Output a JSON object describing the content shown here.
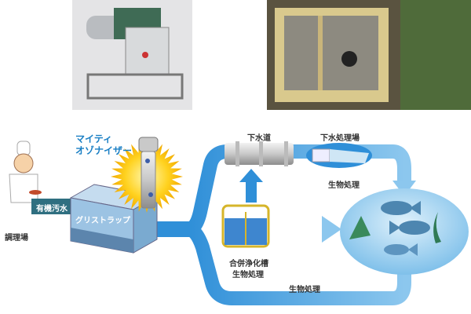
{
  "title": {
    "line1": "マイティ",
    "line2": "オゾナイザー"
  },
  "labels": {
    "kitchen": "調理場",
    "organic_wastewater": "有機汚水",
    "grease_trap": "グリストラップ",
    "sewer": "下水道",
    "sewage_plant": "下水処理場",
    "bio_treatment_plant": "生物処理",
    "septic_tank": "合併浄化槽",
    "bio_treatment_tank": "生物処理",
    "bio_treatment_bottom": "生物処理"
  },
  "colors": {
    "flow": "#2f8fd8",
    "flow_light": "#8cc7ee",
    "pipe_dark": "#2f6f80",
    "title": "#1a7fc4"
  }
}
